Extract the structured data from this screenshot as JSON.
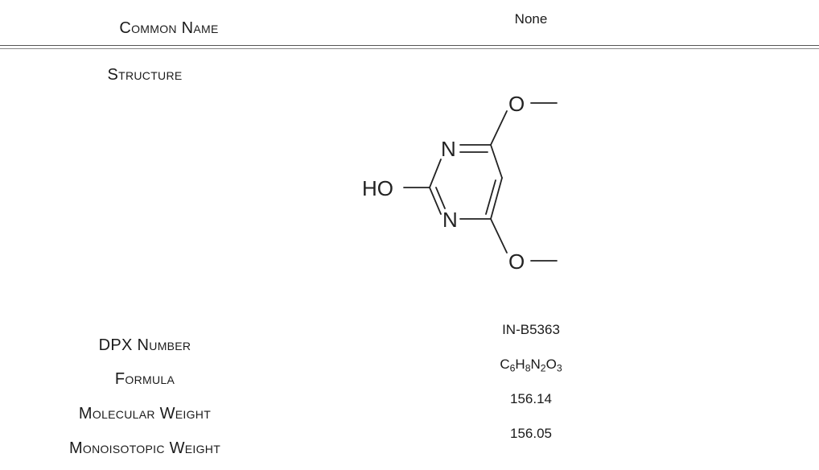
{
  "common_name": {
    "label": "Common Name",
    "value": "None"
  },
  "structure": {
    "label": "Structure",
    "atoms": {
      "oxygen_top": "O",
      "oxygen_bottom": "O",
      "hydroxyl": "HO",
      "nitrogen_top": "N",
      "nitrogen_bottom": "N"
    }
  },
  "dpx_number": {
    "label": "DPX Number",
    "value": "IN-B5363"
  },
  "formula": {
    "label": "Formula",
    "parts": [
      {
        "el": "C",
        "n": "6"
      },
      {
        "el": "H",
        "n": "8"
      },
      {
        "el": "N",
        "n": "2"
      },
      {
        "el": "O",
        "n": "3"
      }
    ]
  },
  "molecular_weight": {
    "label": "Molecular Weight",
    "value": "156.14"
  },
  "monoisotopic_weight": {
    "label": "Monoisotopic Weight",
    "value": "156.05"
  }
}
